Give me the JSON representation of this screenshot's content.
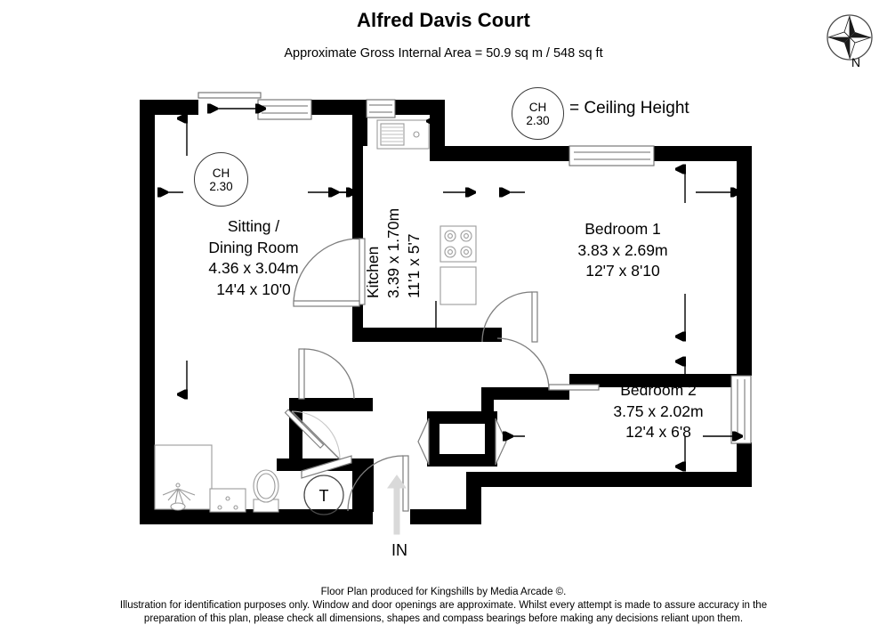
{
  "document": {
    "title": "Alfred Davis Court",
    "subtitle": "Approximate Gross Internal Area = 50.9 sq m / 548 sq ft"
  },
  "legend": {
    "ceiling_height": {
      "label": "CH",
      "value": "2.30",
      "description": "= Ceiling Height"
    }
  },
  "compass": {
    "north_label": "N",
    "icon": "compass-rose-icon"
  },
  "rooms": [
    {
      "id": "sitting-dining-room",
      "name_line_1": "Sitting /",
      "name_line_2": "Dining Room",
      "dimensions_metric": "4.36 x 3.04m",
      "dimensions_imperial": "14'4 x 10'0",
      "ceiling_height_label": "CH",
      "ceiling_height_value": "2.30"
    },
    {
      "id": "kitchen",
      "name": "Kitchen",
      "dimensions_metric": "3.39 x 1.70m",
      "dimensions_imperial": "11'1 x 5'7"
    },
    {
      "id": "bedroom-1",
      "name": "Bedroom 1",
      "dimensions_metric": "3.83 x 2.69m",
      "dimensions_imperial": "12'7 x 8'10"
    },
    {
      "id": "bedroom-2",
      "name": "Bedroom 2",
      "dimensions_metric": "3.75 x 2.02m",
      "dimensions_imperial": "12'4 x 6'8"
    }
  ],
  "fixtures": {
    "cylinder_cupboard_label": "T",
    "entrance_label": "IN"
  },
  "footer": {
    "credit": "Floor Plan produced for Kingshills by Media Arcade ©.",
    "disclaimer_line_1": "Illustration for identification purposes only. Window and door openings are approximate. Whilst every attempt is made to assure accuracy in the",
    "disclaimer_line_2": "preparation of this plan, please check all dimensions, shapes and compass bearings before making any decisions reliant upon them."
  },
  "colors": {
    "wall": "#000000",
    "background": "#ffffff",
    "fixture_outline": "#9a9a9a",
    "entrance_arrow": "#d4d4d4",
    "text": "#000000"
  }
}
